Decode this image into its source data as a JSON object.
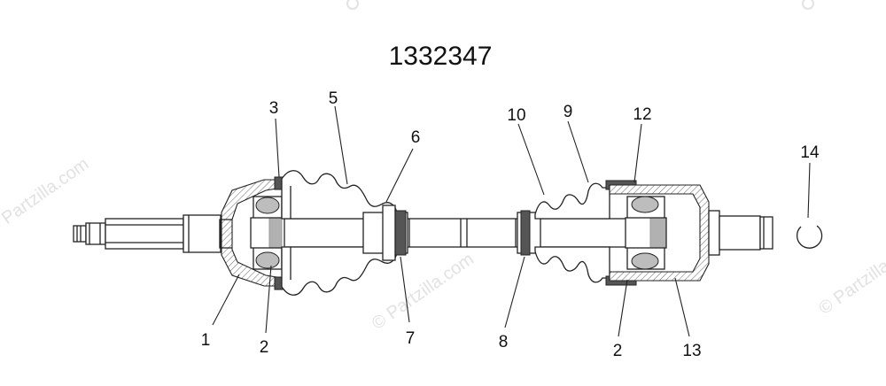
{
  "part_number": "1332347",
  "watermark_text": "© Partzilla.com",
  "callouts": [
    "1",
    "2",
    "3",
    "5",
    "6",
    "7",
    "8",
    "10",
    "9",
    "12",
    "2",
    "13",
    "14"
  ]
}
